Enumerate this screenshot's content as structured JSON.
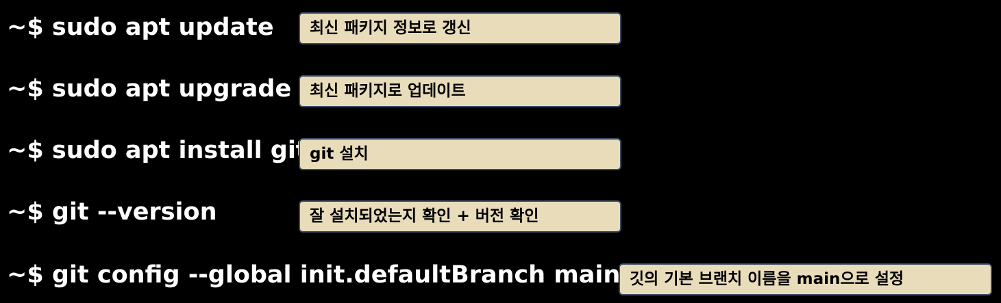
{
  "commands": [
    {
      "command": "~$ sudo apt update",
      "note": "최신 패키지 정보로 갱신"
    },
    {
      "command": "~$ sudo apt upgrade",
      "note": "최신 패키지로 업데이트"
    },
    {
      "command": "~$ sudo apt install git",
      "note": "git 설치"
    },
    {
      "command": "~$ git --version",
      "note": "잘 설치되었는지 확인 + 버전 확인"
    },
    {
      "command": "~$ git config --global init.defaultBranch main",
      "note": "깃의 기본 브랜치 이름을 main으로 설정"
    }
  ],
  "colors": {
    "background": "#000000",
    "command_text": "#ffffff",
    "note_background": "#e8dcbb",
    "note_border": "#3a4b66",
    "note_text": "#000000"
  }
}
